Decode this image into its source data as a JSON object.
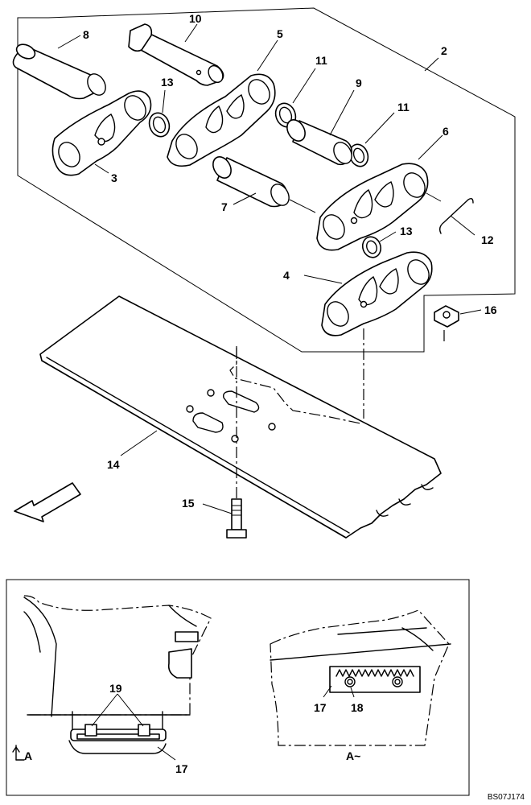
{
  "callouts": {
    "c2": "2",
    "c3": "3",
    "c4": "4",
    "c5": "5",
    "c6": "6",
    "c7": "7",
    "c8": "8",
    "c9": "9",
    "c10": "10",
    "c11a": "11",
    "c11b": "11",
    "c12": "12",
    "c13a": "13",
    "c13b": "13",
    "c14": "14",
    "c15": "15",
    "c16": "16",
    "c17a": "17",
    "c17b": "17",
    "c18": "18",
    "c19": "19"
  },
  "views": {
    "view_left_label": "A",
    "view_right_label": "A~"
  },
  "document_code": "BS07J174"
}
